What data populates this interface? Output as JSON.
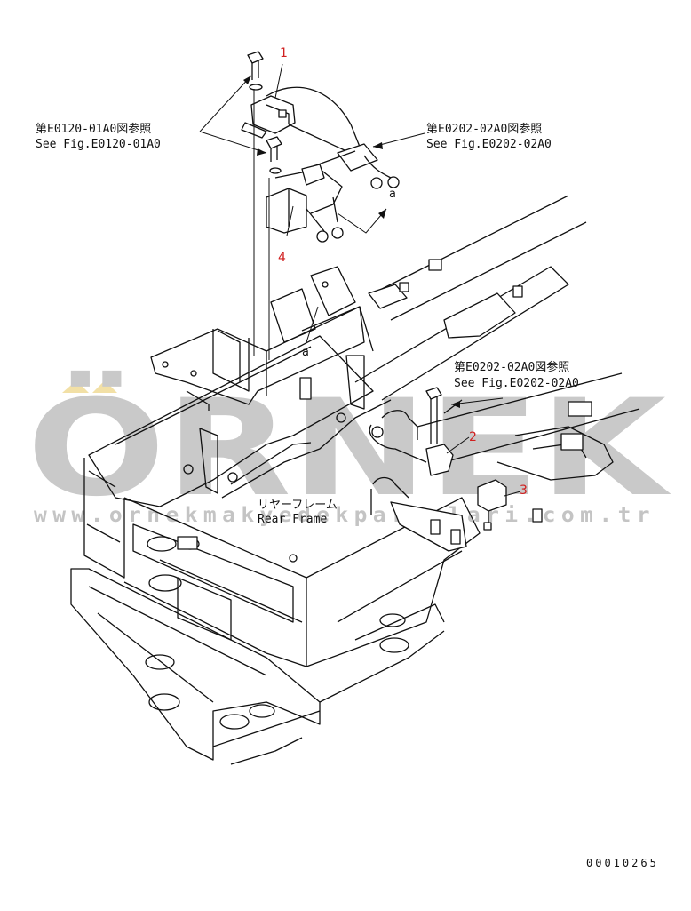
{
  "watermark": {
    "brand": "ÖRNEK",
    "url": "www.ornekmakyedekparcalari.com.tr",
    "color": "#c9c9c9",
    "accent_color": "#f2e0a6"
  },
  "references": {
    "upper_left": {
      "jp": "第E0120-01A0図参照",
      "en": "See Fig.E0120-01A0"
    },
    "upper_right": {
      "jp": "第E0202-02A0図参照",
      "en": "See Fig.E0202-02A0"
    },
    "middle_right": {
      "jp": "第E0202-02A0図参照",
      "en": "See Fig.E0202-02A0"
    }
  },
  "callouts": [
    "1",
    "2",
    "3",
    "4"
  ],
  "view_marker": "a",
  "frame_label": {
    "jp": "リヤーフレーム",
    "en": "Rear Frame"
  },
  "part_number": "00010265",
  "colors": {
    "line": "#111111",
    "callout": "#d02020"
  }
}
